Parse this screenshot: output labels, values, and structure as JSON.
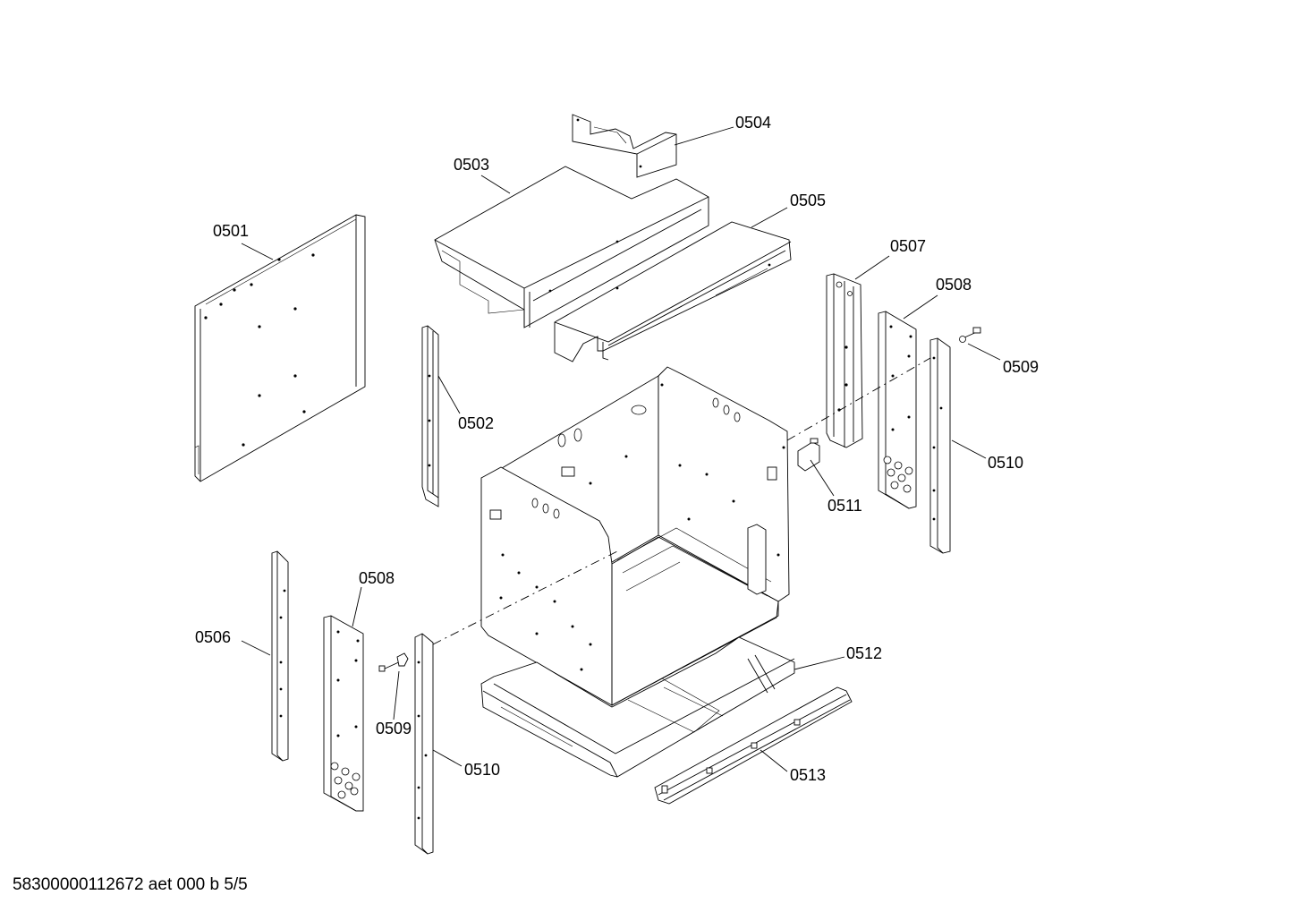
{
  "callouts": {
    "p0501": "0501",
    "p0502": "0502",
    "p0503": "0503",
    "p0504": "0504",
    "p0505": "0505",
    "p0506": "0506",
    "p0507": "0507",
    "p0508_right": "0508",
    "p0508_left": "0508",
    "p0509_right": "0509",
    "p0509_left": "0509",
    "p0510_right": "0510",
    "p0510_left": "0510",
    "p0511": "0511",
    "p0512": "0512",
    "p0513": "0513"
  },
  "footer": "58300000112672 aet 000 b 5/5"
}
